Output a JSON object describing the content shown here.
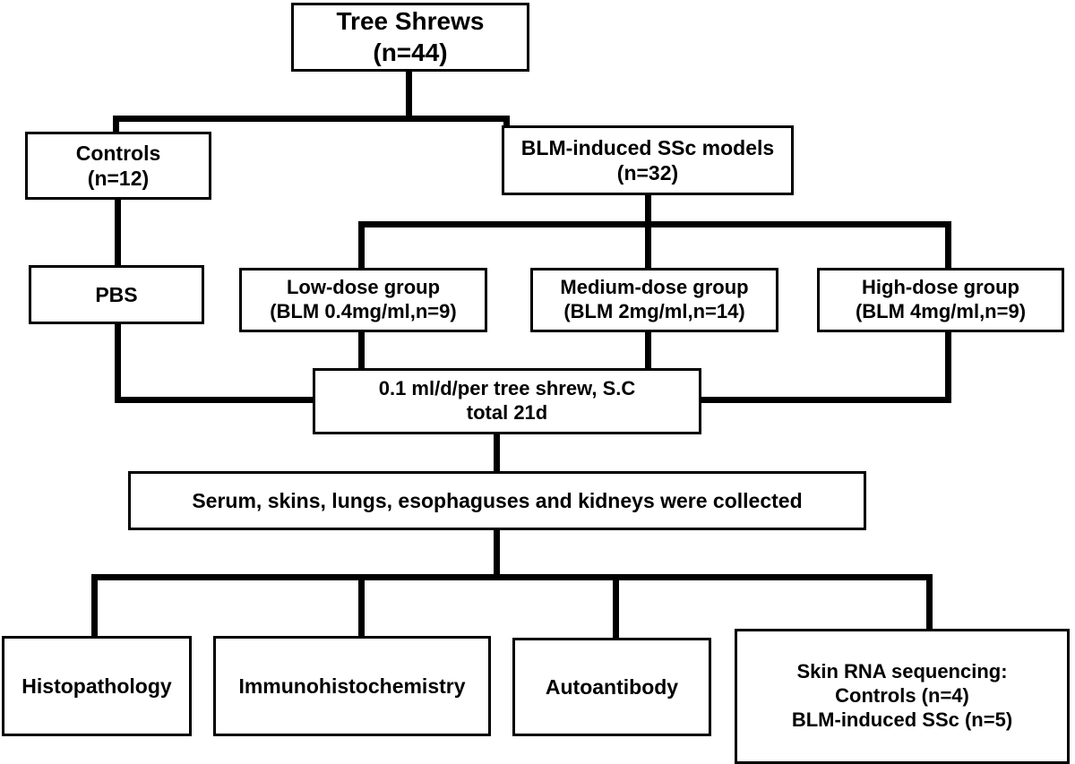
{
  "diagram": {
    "title": "Tree shrew bleomycin-induced SSc model experimental flowchart",
    "colors": {
      "stroke": "#000000",
      "fill": "#ffffff",
      "text": "#000000"
    },
    "nodes": {
      "root": {
        "lines": [
          "Tree Shrews",
          "(n=44)"
        ]
      },
      "controls": {
        "lines": [
          "Controls",
          "(n=12)"
        ]
      },
      "blm": {
        "lines": [
          "BLM-induced SSc models",
          "(n=32)"
        ]
      },
      "pbs": {
        "lines": [
          "PBS"
        ]
      },
      "low": {
        "lines": [
          "Low-dose group",
          "(BLM 0.4mg/ml,n=9)"
        ]
      },
      "medium": {
        "lines": [
          "Medium-dose group",
          "(BLM 2mg/ml,n=14)"
        ]
      },
      "high": {
        "lines": [
          "High-dose group",
          "(BLM 4mg/ml,n=9)"
        ]
      },
      "dosing": {
        "lines": [
          "0.1 ml/d/per tree shrew, S.C",
          "total 21d"
        ]
      },
      "collected": {
        "lines": [
          "Serum, skins, lungs,  esophaguses and kidneys were collected"
        ]
      },
      "histo": {
        "lines": [
          "Histopathology"
        ]
      },
      "ihc": {
        "lines": [
          "Immunohistochemistry"
        ]
      },
      "auto": {
        "lines": [
          "Autoantibody"
        ]
      },
      "rna": {
        "lines": [
          "Skin RNA sequencing:",
          "Controls (n=4)",
          "BLM-induced SSc (n=5)"
        ]
      }
    }
  }
}
